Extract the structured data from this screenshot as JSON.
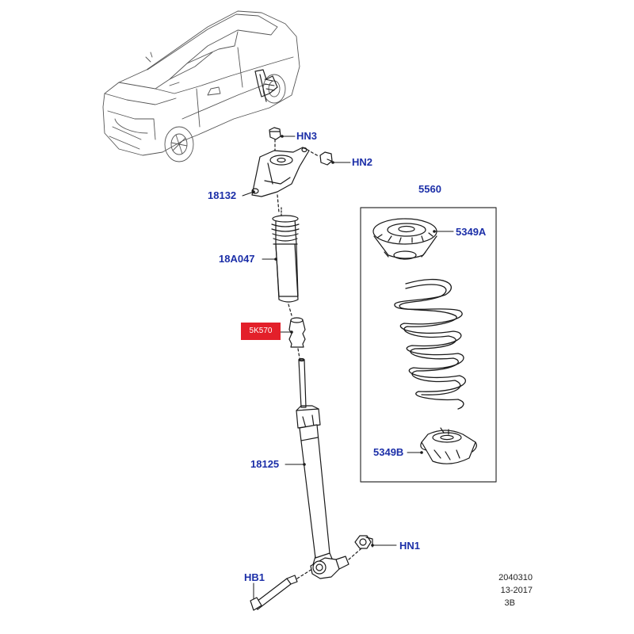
{
  "callouts": {
    "hn3": "HN3",
    "hn2": "HN2",
    "p18132": "18132",
    "p5560": "5560",
    "p5349a": "5349A",
    "p18a047": "18A047",
    "p5k570": "5K570",
    "p5349b": "5349B",
    "p18125": "18125",
    "hn1": "HN1",
    "hb1": "HB1"
  },
  "footer": {
    "line1": "2040310",
    "line2": "13-2017",
    "line3": "3B"
  },
  "colors": {
    "callout_text": "#1c2fa8",
    "selected_highlight": "#e3202a",
    "line_art": "#1a1a1a"
  }
}
